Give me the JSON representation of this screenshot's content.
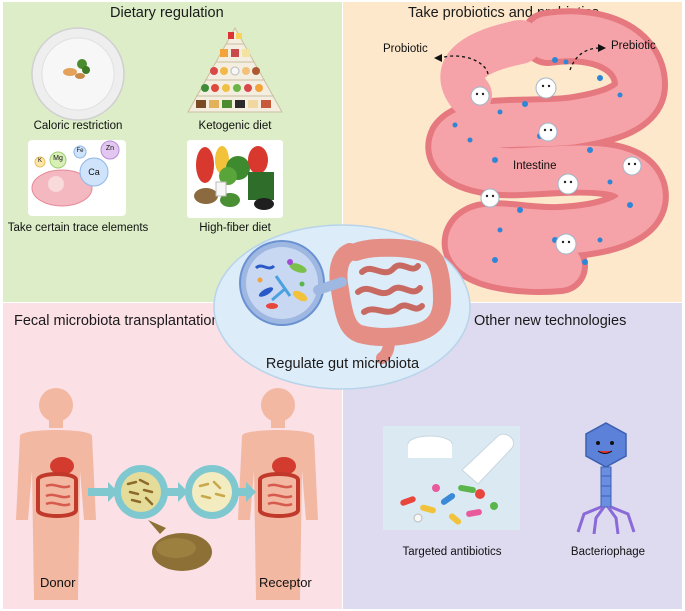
{
  "colors": {
    "dietary_bg": "#dcedc8",
    "probiotics_bg": "#fde8cc",
    "fecal_bg": "#fbe0e6",
    "tech_bg": "#dedbf0",
    "center_bg": "#dcecf8",
    "intestine": "#f5a3a8",
    "intestine_dark": "#e6787f",
    "colon": "#e48e86",
    "body_skin": "#f2b8a2",
    "stool": "#8c7035",
    "arrow_teal": "#7fc8d0",
    "phage_blue": "#5b82d8"
  },
  "dietary": {
    "title": "Dietary regulation",
    "items": [
      {
        "label": "Caloric restriction",
        "icon": "plate-icon"
      },
      {
        "label": "Ketogenic diet",
        "icon": "food-pyramid-icon"
      },
      {
        "label": "Take certain trace elements",
        "icon": "trace-elements-icon"
      },
      {
        "label": "High-fiber diet",
        "icon": "vegetables-icon"
      }
    ],
    "trace_elements": [
      "Mg",
      "Ca",
      "Zn",
      "Fe",
      "K"
    ]
  },
  "probiotics": {
    "title": "Take probiotics and prebiotics",
    "probiotic_label": "Probiotic",
    "prebiotic_label": "Prebiotic",
    "intestine_label": "Intestine"
  },
  "fecal": {
    "title": "Fecal microbiota transplantation",
    "donor_label": "Donor",
    "receptor_label": "Receptor"
  },
  "technologies": {
    "title": "Other new technologies",
    "items": [
      {
        "label": "Targeted antibiotics",
        "icon": "pills-icon"
      },
      {
        "label": "Bacteriophage",
        "icon": "bacteriophage-icon"
      }
    ]
  },
  "center": {
    "label": "Regulate gut microbiota"
  }
}
